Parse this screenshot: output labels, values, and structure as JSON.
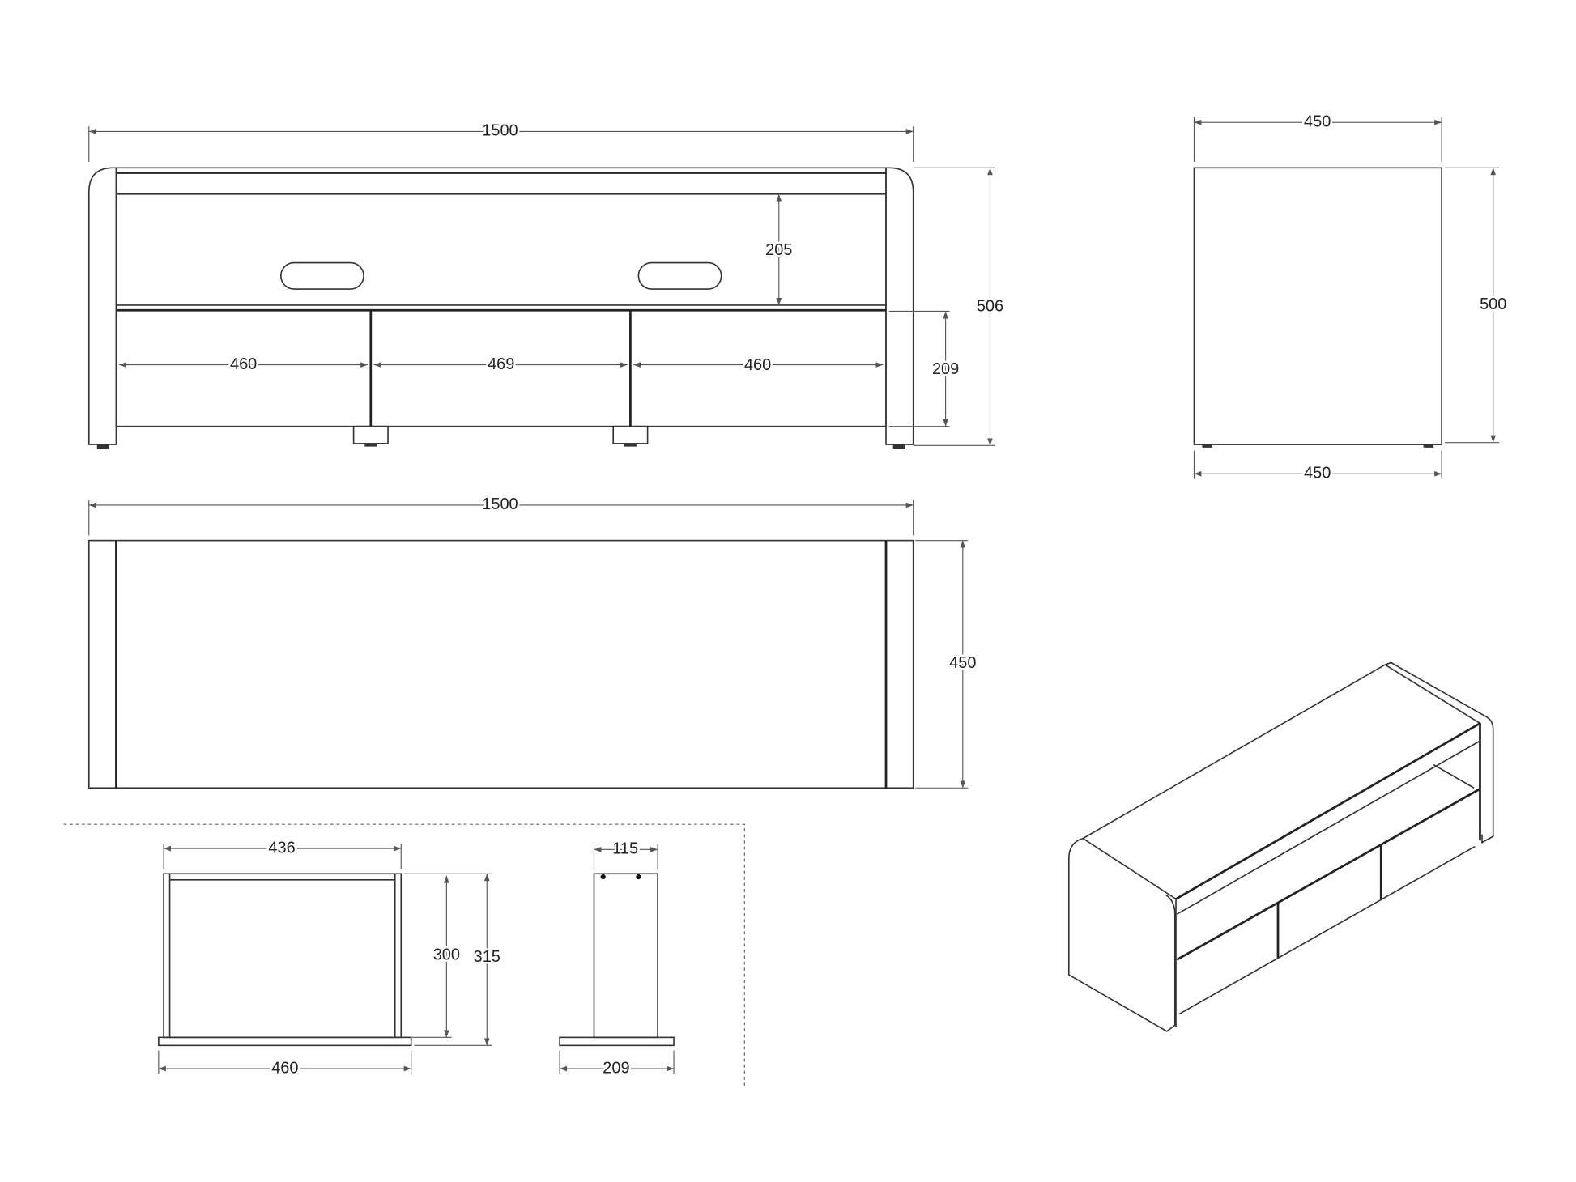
{
  "front_view": {
    "overall_width": "1500",
    "overall_height": "506",
    "upper_shelf_height": "205",
    "drawer_height": "209",
    "drawer_widths": [
      "460",
      "469",
      "460"
    ]
  },
  "side_view": {
    "top_depth": "450",
    "bottom_depth": "450",
    "height": "500"
  },
  "top_view": {
    "width": "1500",
    "depth": "450"
  },
  "drawer_front_view": {
    "inner_width": "436",
    "outer_width": "460",
    "inner_height": "300",
    "outer_height": "315"
  },
  "drawer_side_view": {
    "top_width": "115",
    "base_width": "209"
  }
}
